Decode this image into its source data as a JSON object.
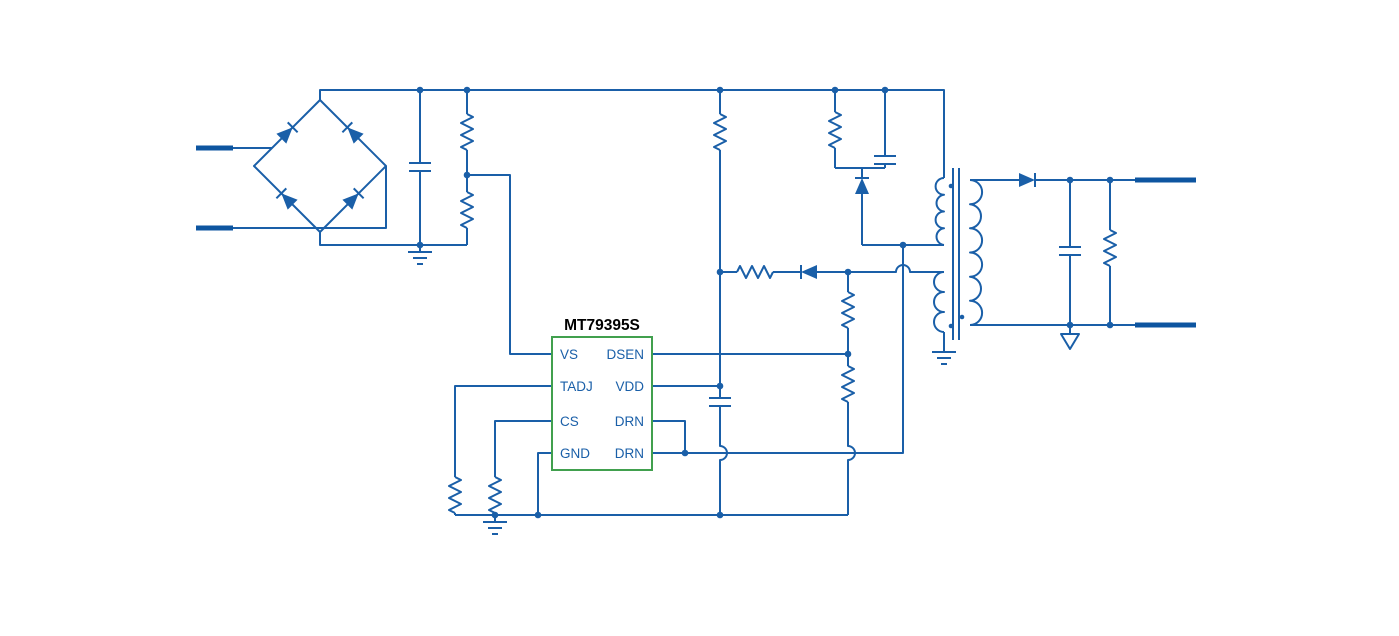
{
  "schematic": {
    "ic": {
      "title": "MT79395S",
      "pins_left": [
        "VS",
        "TADJ",
        "CS",
        "GND"
      ],
      "pins_right": [
        "DSEN",
        "VDD",
        "DRN",
        "DRN"
      ]
    },
    "colors": {
      "wire": "#1a5fa8",
      "terminal": "#0d55a0",
      "ic_border": "#41a04e",
      "ic_title": "#000000",
      "background": "#ffffff"
    }
  }
}
